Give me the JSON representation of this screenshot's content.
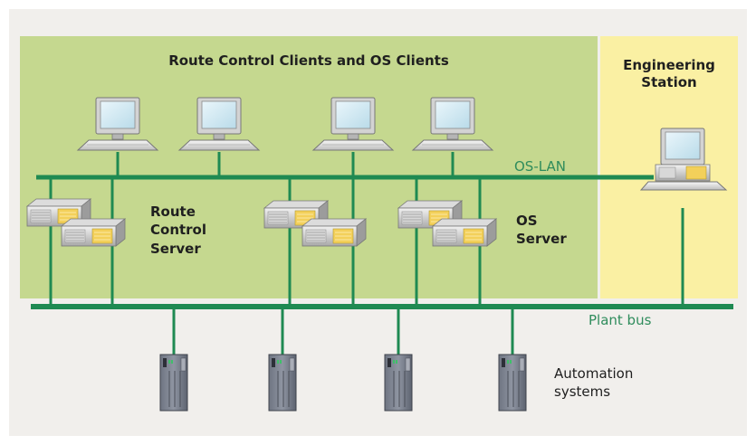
{
  "zones": {
    "clients_title": "Route Control Clients and OS Clients",
    "engineering_title_line1": "Engineering",
    "engineering_title_line2": "Station"
  },
  "servers": {
    "route_control_line1": "Route",
    "route_control_line2": "Control",
    "route_control_line3": "Server",
    "os_line1": "OS",
    "os_line2": "Server"
  },
  "buses": {
    "os_lan": "OS-LAN",
    "plant_bus": "Plant bus"
  },
  "automation": {
    "line1": "Automation",
    "line2": "systems"
  },
  "colors": {
    "clients_zone": "#c5d88f",
    "engineering_zone": "#faf0a3",
    "bus_line": "#1f8a52",
    "bus_text": "#2f8c5c",
    "background": "#f1efec"
  }
}
